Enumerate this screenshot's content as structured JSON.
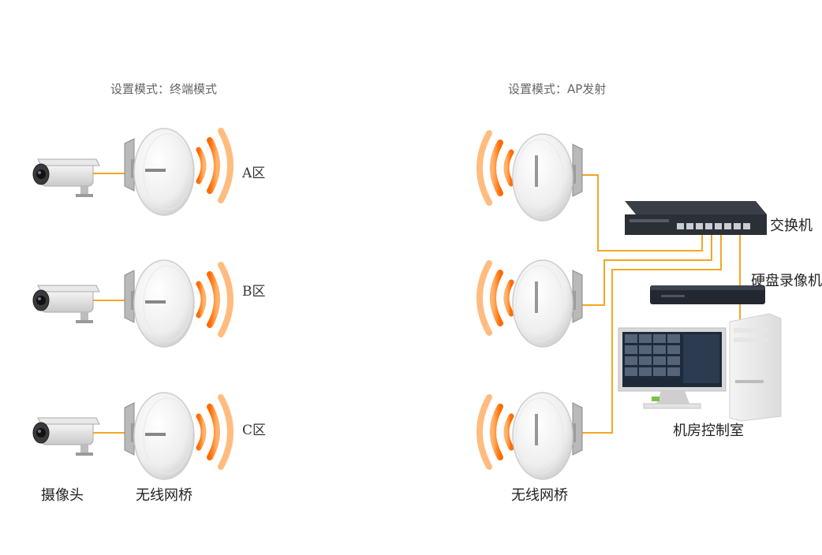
{
  "left_mode_label": "设置模式：终端模式",
  "right_mode_label": "设置模式：AP发射",
  "zones": [
    "A区",
    "B区",
    "C区"
  ],
  "camera_label": "摄像头",
  "left_bridge_label": "无线网桥",
  "right_bridge_label": "无线网桥",
  "switch_label": "交换机",
  "nvr_label": "硬盘录像机",
  "control_room_label": "机房控制室",
  "colors": {
    "link_line": "#F5A623",
    "signal_wave": "#FF7A1A",
    "device_white": "#F2F2F2",
    "switch_body": "#2B2F36",
    "nvr_body": "#232830",
    "screen_bg": "#1E2A3A"
  },
  "icons": [
    "camera-icon",
    "bridge-antenna-icon",
    "signal-wave-icon",
    "switch-icon",
    "nvr-icon",
    "monitor-icon",
    "pc-tower-icon"
  ]
}
